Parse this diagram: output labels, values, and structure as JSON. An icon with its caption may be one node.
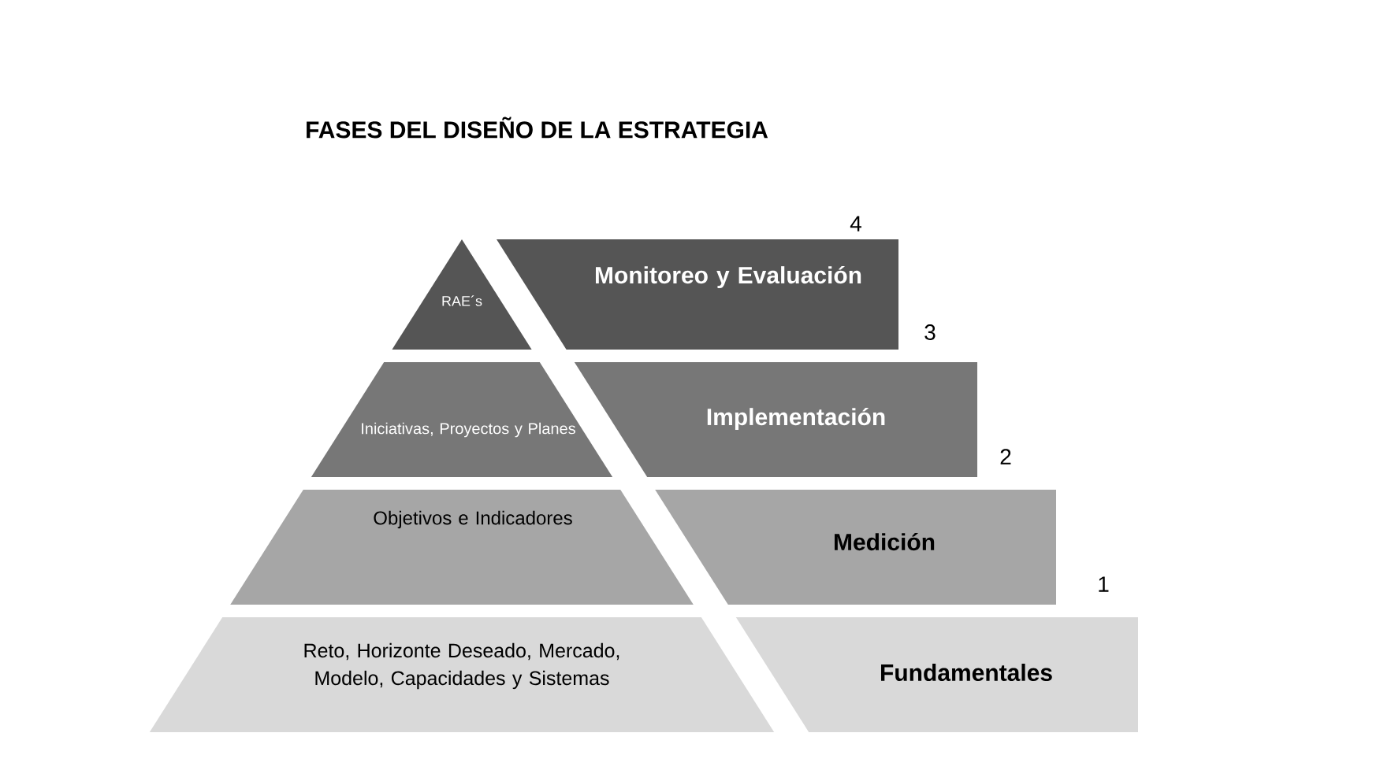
{
  "diagram": {
    "title": "FASES DEL DISEÑO DE LA ESTRATEGIA",
    "nodes": [
      {
        "text": [
          "RAE´s"
        ]
      },
      {
        "text": [
          "Iniciativas, Proyectos y Planes"
        ]
      },
      {
        "text": [
          "Objetivos e Indicadores"
        ]
      },
      {
        "text": [
          "Reto, Horizonte Deseado, Mercado, Modelo, Capacidades y Sistemas"
        ]
      },
      {
        "text": [
          "Monitoreo y Evaluación"
        ]
      },
      {
        "text": [
          "Implementación"
        ]
      },
      {
        "text": [
          "Medición"
        ]
      },
      {
        "text": [
          "Fundamentales"
        ]
      }
    ],
    "labels": [
      "4",
      "3",
      "2",
      "1"
    ]
  }
}
